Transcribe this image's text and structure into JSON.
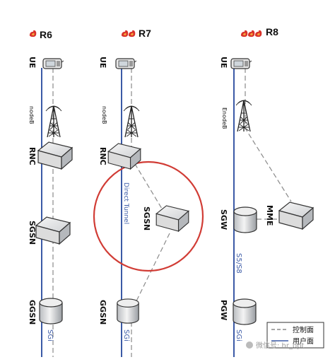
{
  "colors": {
    "user_plane": "#3b5aa6",
    "control_plane": "#8a8a8a",
    "flame": "#d8312a",
    "circle": "#d13c35",
    "text": "#111111"
  },
  "releases": [
    {
      "title": "R6",
      "flames": 1,
      "nodes": {
        "ue": "UE",
        "base": "nodeB",
        "rnc": "RNC",
        "mid": "SGSN",
        "bottom": "GGSN",
        "interface": "SGi"
      }
    },
    {
      "title": "R7",
      "flames": 2,
      "nodes": {
        "ue": "UE",
        "base": "nodeB",
        "rnc": "RNC",
        "side": "SGSN",
        "bottom": "GGSN",
        "interface": "SGi",
        "tunnel": "Direct Tunnel"
      }
    },
    {
      "title": "R8",
      "flames": 3,
      "nodes": {
        "ue": "UE",
        "base": "EnodeB",
        "gw": "SGW",
        "side": "MME",
        "iface_mid": "S5/S8",
        "bottom": "PGW",
        "interface": "SGi"
      }
    }
  ],
  "legend": {
    "control": "控制面",
    "user": "用户面"
  },
  "watermark": "微信号: hr_opt"
}
